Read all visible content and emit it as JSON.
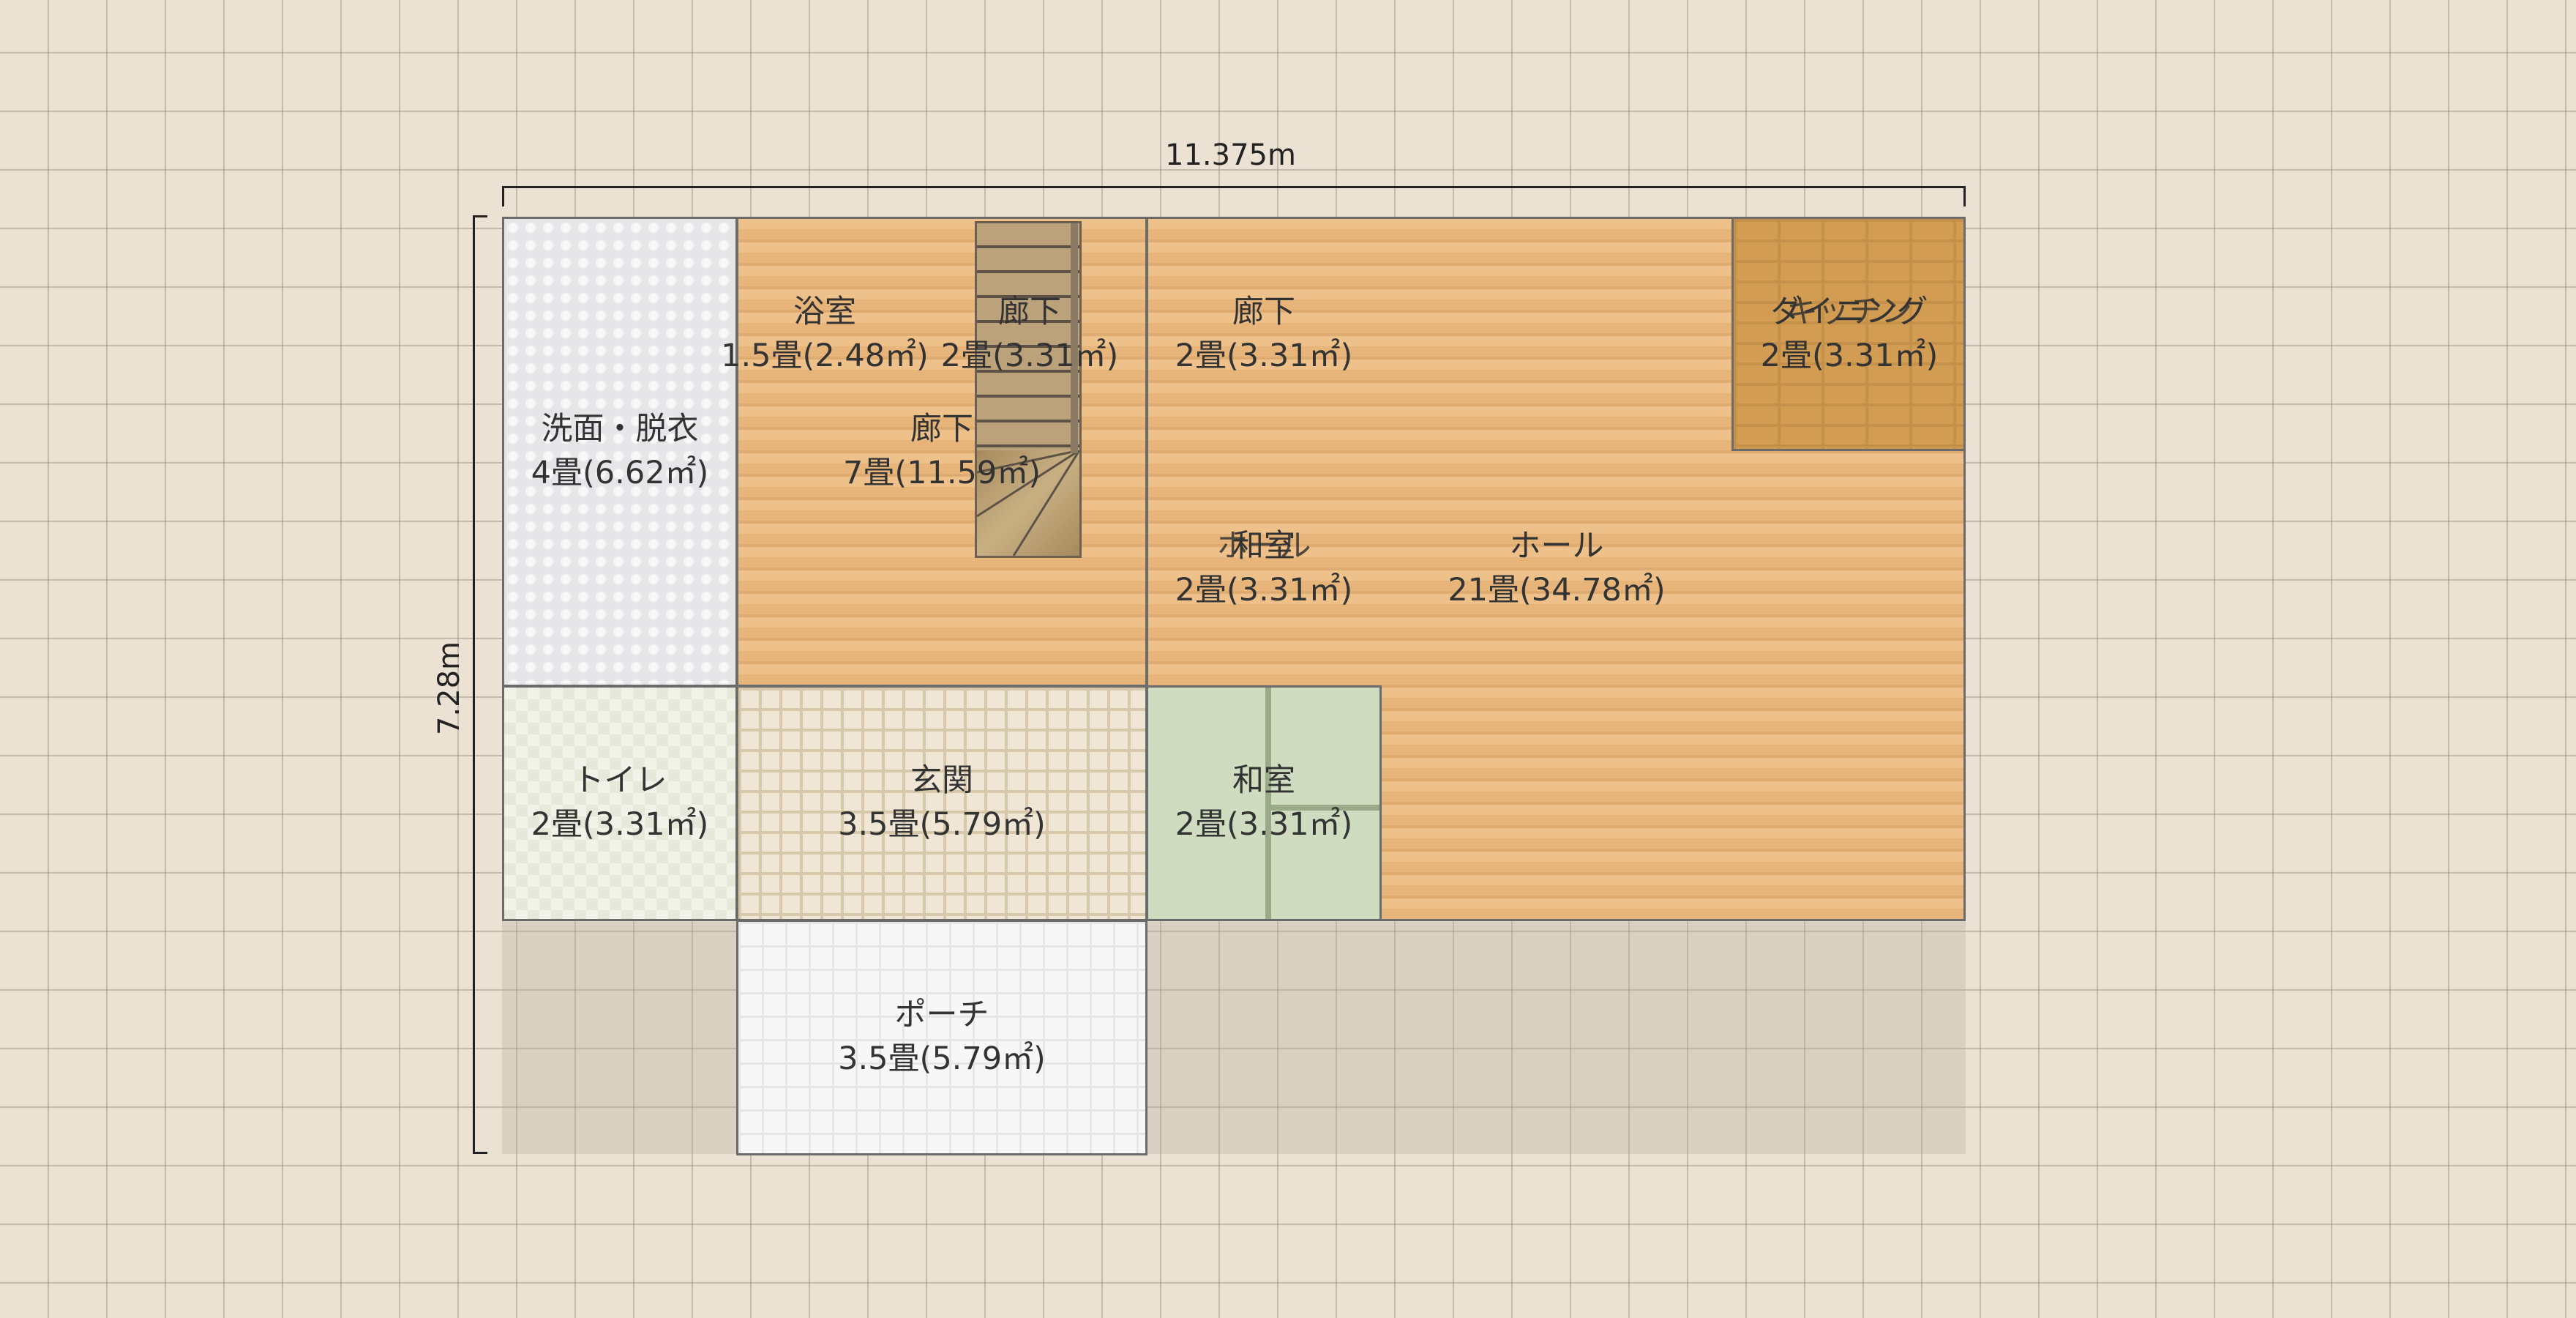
{
  "dimensions": {
    "width": "11.375m",
    "height": "7.28m"
  },
  "rooms": {
    "senmen": {
      "name": "洗面・脱衣",
      "size": "4畳(6.62㎡)"
    },
    "yokushitsu": {
      "name": "浴室",
      "size": "1.5畳(2.48㎡)"
    },
    "rouka_stair": {
      "name": "廊下",
      "size": "2畳(3.31㎡)"
    },
    "rouka_mid": {
      "name": "廊下",
      "size": "7畳(11.59㎡)"
    },
    "rouka_right": {
      "name": "廊下",
      "size": "2畳(3.31㎡)"
    },
    "dining": {
      "name": "ダイニング",
      "size": "2畳(3.31㎡)"
    },
    "kitchen": {
      "name": "キッチン"
    },
    "washitsu_hall": {
      "name": "和室",
      "size": "2畳(3.31㎡)"
    },
    "hall_overlap": {
      "name": "ホール"
    },
    "hall": {
      "name": "ホール",
      "size": "21畳(34.78㎡)"
    },
    "toilet": {
      "name": "トイレ",
      "size": "2畳(3.31㎡)"
    },
    "genkan": {
      "name": "玄関",
      "size": "3.5畳(5.79㎡)"
    },
    "washitsu": {
      "name": "和室",
      "size": "2畳(3.31㎡)"
    },
    "porch": {
      "name": "ポーチ",
      "size": "3.5畳(5.79㎡)"
    }
  }
}
